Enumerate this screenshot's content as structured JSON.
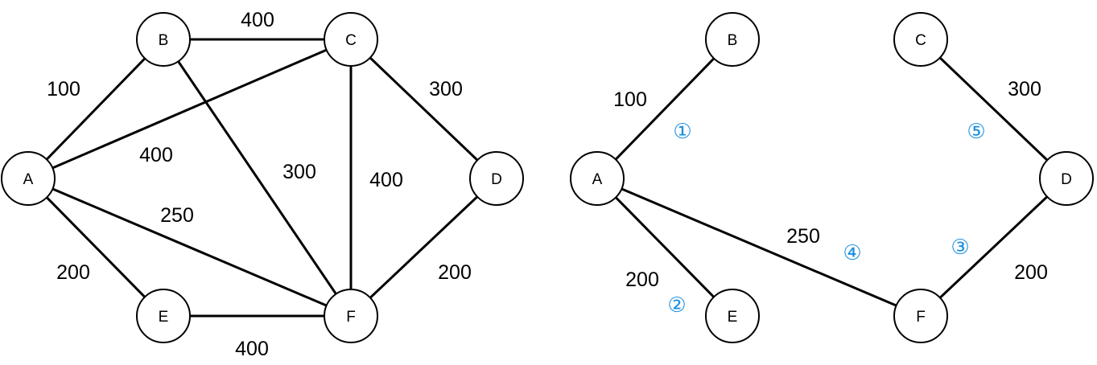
{
  "diagram": {
    "colors": {
      "stroke": "#000000",
      "node_fill": "#ffffff",
      "order_marker": "#1a8fe0"
    },
    "full_graph": {
      "nodes": [
        {
          "id": "A",
          "label": "A"
        },
        {
          "id": "B",
          "label": "B"
        },
        {
          "id": "C",
          "label": "C"
        },
        {
          "id": "D",
          "label": "D"
        },
        {
          "id": "E",
          "label": "E"
        },
        {
          "id": "F",
          "label": "F"
        }
      ],
      "edges": [
        {
          "from": "A",
          "to": "B",
          "weight": "100"
        },
        {
          "from": "B",
          "to": "C",
          "weight": "400"
        },
        {
          "from": "A",
          "to": "C",
          "weight": "400"
        },
        {
          "from": "B",
          "to": "F",
          "weight": "300"
        },
        {
          "from": "C",
          "to": "F",
          "weight": "400"
        },
        {
          "from": "C",
          "to": "D",
          "weight": "300"
        },
        {
          "from": "A",
          "to": "F",
          "weight": "250"
        },
        {
          "from": "A",
          "to": "E",
          "weight": "200"
        },
        {
          "from": "E",
          "to": "F",
          "weight": "400"
        },
        {
          "from": "D",
          "to": "F",
          "weight": "200"
        }
      ]
    },
    "spanning_tree": {
      "nodes": [
        {
          "id": "A",
          "label": "A"
        },
        {
          "id": "B",
          "label": "B"
        },
        {
          "id": "C",
          "label": "C"
        },
        {
          "id": "D",
          "label": "D"
        },
        {
          "id": "E",
          "label": "E"
        },
        {
          "id": "F",
          "label": "F"
        }
      ],
      "edges": [
        {
          "from": "A",
          "to": "B",
          "weight": "100",
          "order": "①"
        },
        {
          "from": "A",
          "to": "E",
          "weight": "200",
          "order": "②"
        },
        {
          "from": "D",
          "to": "F",
          "weight": "200",
          "order": "③"
        },
        {
          "from": "A",
          "to": "F",
          "weight": "250",
          "order": "④"
        },
        {
          "from": "C",
          "to": "D",
          "weight": "300",
          "order": "⑤"
        }
      ]
    }
  }
}
